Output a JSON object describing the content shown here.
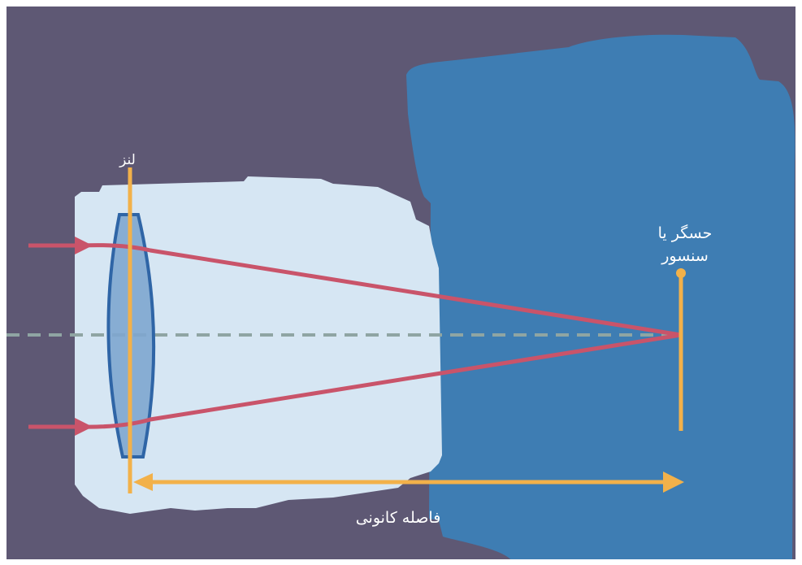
{
  "labels": {
    "lens": "لنز",
    "sensor_line1": "حسگر یا",
    "sensor_line2": "سنسور",
    "focal_length": "فاصله کانونی"
  },
  "colors": {
    "background": "#5e5874",
    "lens_body": "#d6e6f3",
    "camera_body": "#3e7db3",
    "lens_element": "#7ea6cf",
    "lens_outline": "#2f65a6",
    "ray": "#c9546a",
    "guide": "#f2b14a",
    "axis": "#8fa5a3",
    "border": "#ffffff"
  }
}
